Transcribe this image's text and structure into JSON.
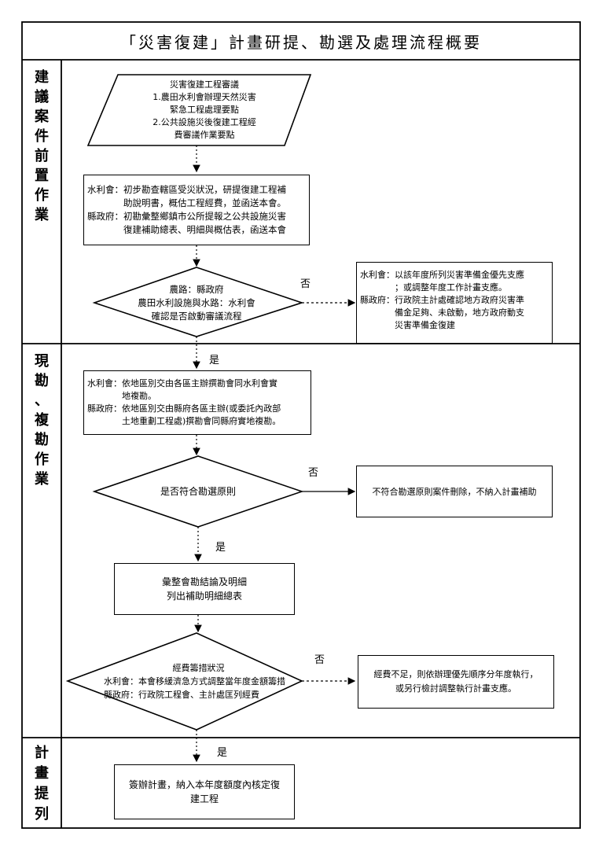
{
  "title": "「災害復建」計畫研提、勘選及處理流程概要",
  "sections": {
    "proposal": [
      "建",
      "議",
      "案",
      "件",
      "前",
      "置",
      "作",
      "業"
    ],
    "survey": [
      "現",
      "勘",
      "、",
      "複",
      "勘",
      "作",
      "業"
    ],
    "plan": [
      "計",
      "畫",
      "提",
      "列"
    ]
  },
  "review_parallelogram": {
    "lines": [
      "災害復建工程審議",
      "1.農田水利會辦理天然災害",
      "緊急工程處理要點",
      "2.公共設施災後復建工程經",
      "費審議作業要點"
    ]
  },
  "box_initial": {
    "rows": [
      {
        "key": "水利會：",
        "lines": [
          "初步勘查轄區受災狀況，研提復建工程補",
          "助說明書，概估工程經費，並函送本會。"
        ]
      },
      {
        "key": "縣政府：",
        "lines": [
          "初勘彙整鄉鎮市公所提報之公共設施災害",
          "復建補助總表、明細與概估表，函送本會"
        ]
      }
    ]
  },
  "decision_1": {
    "lines": [
      "農路：縣政府",
      "農田水利設施與水路：水利會",
      "確認是否啟動審議流程"
    ],
    "no_label": "否",
    "yes_label": "是"
  },
  "box_reserve": {
    "rows": [
      {
        "key": "水利會：",
        "lines": [
          "以該年度所列災害準備金優先支應",
          "；或調整年度工作計畫支應。"
        ]
      },
      {
        "key": "縣政府：",
        "lines": [
          "行政院主計處確認地方政府災害準",
          "備金足夠、未啟動，地方政府動支",
          "災害準備金復建"
        ]
      }
    ]
  },
  "box_site": {
    "rows": [
      {
        "key": "水利會：",
        "lines": [
          "依地區別交由各區主辦撰勘會同水利會實",
          "地複勘。"
        ]
      },
      {
        "key": "縣政府：",
        "lines": [
          "依地區別交由縣府各區主辦(或委託內政部",
          "土地重劃工程處)撰勘會同縣府實地複勘。"
        ]
      }
    ]
  },
  "decision_2": {
    "text": "是否符合勘選原則",
    "no_label": "否",
    "yes_label": "是"
  },
  "box_reject": {
    "text": "不符合勘選原則案件刪除，不納入計畫補助"
  },
  "box_summary": {
    "lines": [
      "彙整會勘結論及明細",
      "列出補助明細總表"
    ]
  },
  "decision_3": {
    "lines": [
      "經費籌措狀況",
      "水利會：本會移緩濟急方式調整當年度金額籌措",
      "縣政府：行政院工程會、主計處匡列經費"
    ],
    "no_label": "否",
    "yes_label": "是"
  },
  "box_shortage": {
    "lines": [
      "經費不足，則依辦理優先順序分年度執行，",
      "或另行檢討調整執行計畫支應。"
    ]
  },
  "box_final": {
    "lines": [
      "簽辦計畫，納入本年度額度內核定復",
      "建工程"
    ]
  }
}
